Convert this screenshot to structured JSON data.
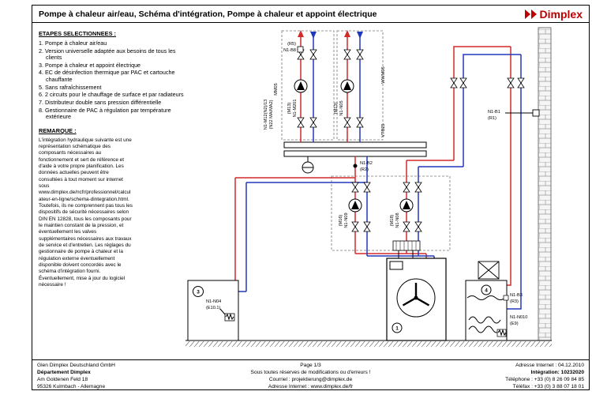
{
  "header": {
    "title": "Pompe à chaleur air/eau, Schéma d'intégration, Pompe à chaleur et appoint électrique",
    "logo_text": "Dimplex"
  },
  "sidebar": {
    "steps_heading": "ETAPES SELECTIONNEES :",
    "steps": [
      "1. Pompe à chaleur air/eau",
      "2. Version universelle adaptée aux besoins de tous les clients",
      "3. Pompe à chaleur et appoint électrique",
      "4. EC de désinfection thermique par PAC et cartouche chauffante",
      "5. Sans rafraîchissement",
      "6. 2 circuits pour le chauffage de surface et par radiateurs",
      "7. Distributeur double sans pression différentielle",
      "8. Gestionnaire de PAC à régulation par température extérieure"
    ],
    "remark_heading": "REMARQUE :",
    "remark": "L'intégration hydraulique suivante est une représentation schématique des composants nécessaires au fonctionnement et sert de référence et d'aide à votre propre planification. Les données actuelles peuvent être consultées à tout moment sur internet sous www.dimplex.de/ncfr/professionnel/calculateur-en-ligne/schema-dintegration.html. Toutefois, ils ne comprennent pas tous les dispositifs de sécurité nécessaires selon DIN EN 12828, tous les composants pour le maintien constant de la pression, et éventuellement les valves supplémentaires nécessaires aux travaux de service et d'entretien. Les réglages du gestionnaire de pompe à chaleur et la régulation externe éventuellement disponible doivent concordés avec le schéma d'intégration fourni. Éventuellement, mise à jour du logiciel nécessaire !"
  },
  "diagram": {
    "labels": {
      "r5": "(R5)",
      "n1b8": "N1-B8",
      "mm05": "MM05",
      "wwm05": "WWM05",
      "vtb25": "VTB25",
      "riser1": "N1-M12(N2)/13",
      "riser2": "(N22 MA/MA2)",
      "pa1": "(M13)",
      "pa2": "N1-M201",
      "pb1": "(M13)",
      "pb2": "N1-N05",
      "pc1": "(M16)",
      "pc2": "N1-N09",
      "pd1": "(M18)",
      "pd2": "N1-N08",
      "b2a": "N1-B2",
      "b2b": "(R2)",
      "b1a": "N1-B1",
      "b1b": "(R1)",
      "b3a": "N1-B3",
      "b3b": "(R3)",
      "n10a": "N1-N010",
      "n10b": "(E9)",
      "n04a": "N1-N04",
      "n04b": "(E10.1)",
      "num1": "1",
      "num3": "3",
      "num4": "4"
    }
  },
  "footer": {
    "left": [
      "Glen Dimplex Deutschland GmbH",
      "Département Dimplex",
      "Am Goldenen Feld 18",
      "95326 Kulmbach - Allemagne"
    ],
    "center": [
      "Page 1/3",
      "Sous toutes réserves de modifications ou d'erreurs !",
      "Courriel : projektierung@dimplex.de",
      "Adresse Internet : www.dimplex.de/fr"
    ],
    "right": [
      "Adresse Internet : 04.12.2010",
      "Intégration: 10232020",
      "Téléphone : +33 (0) 8 26 09 84 85",
      "Téléfax : +33 (0) 3 88 07 18 01"
    ]
  }
}
